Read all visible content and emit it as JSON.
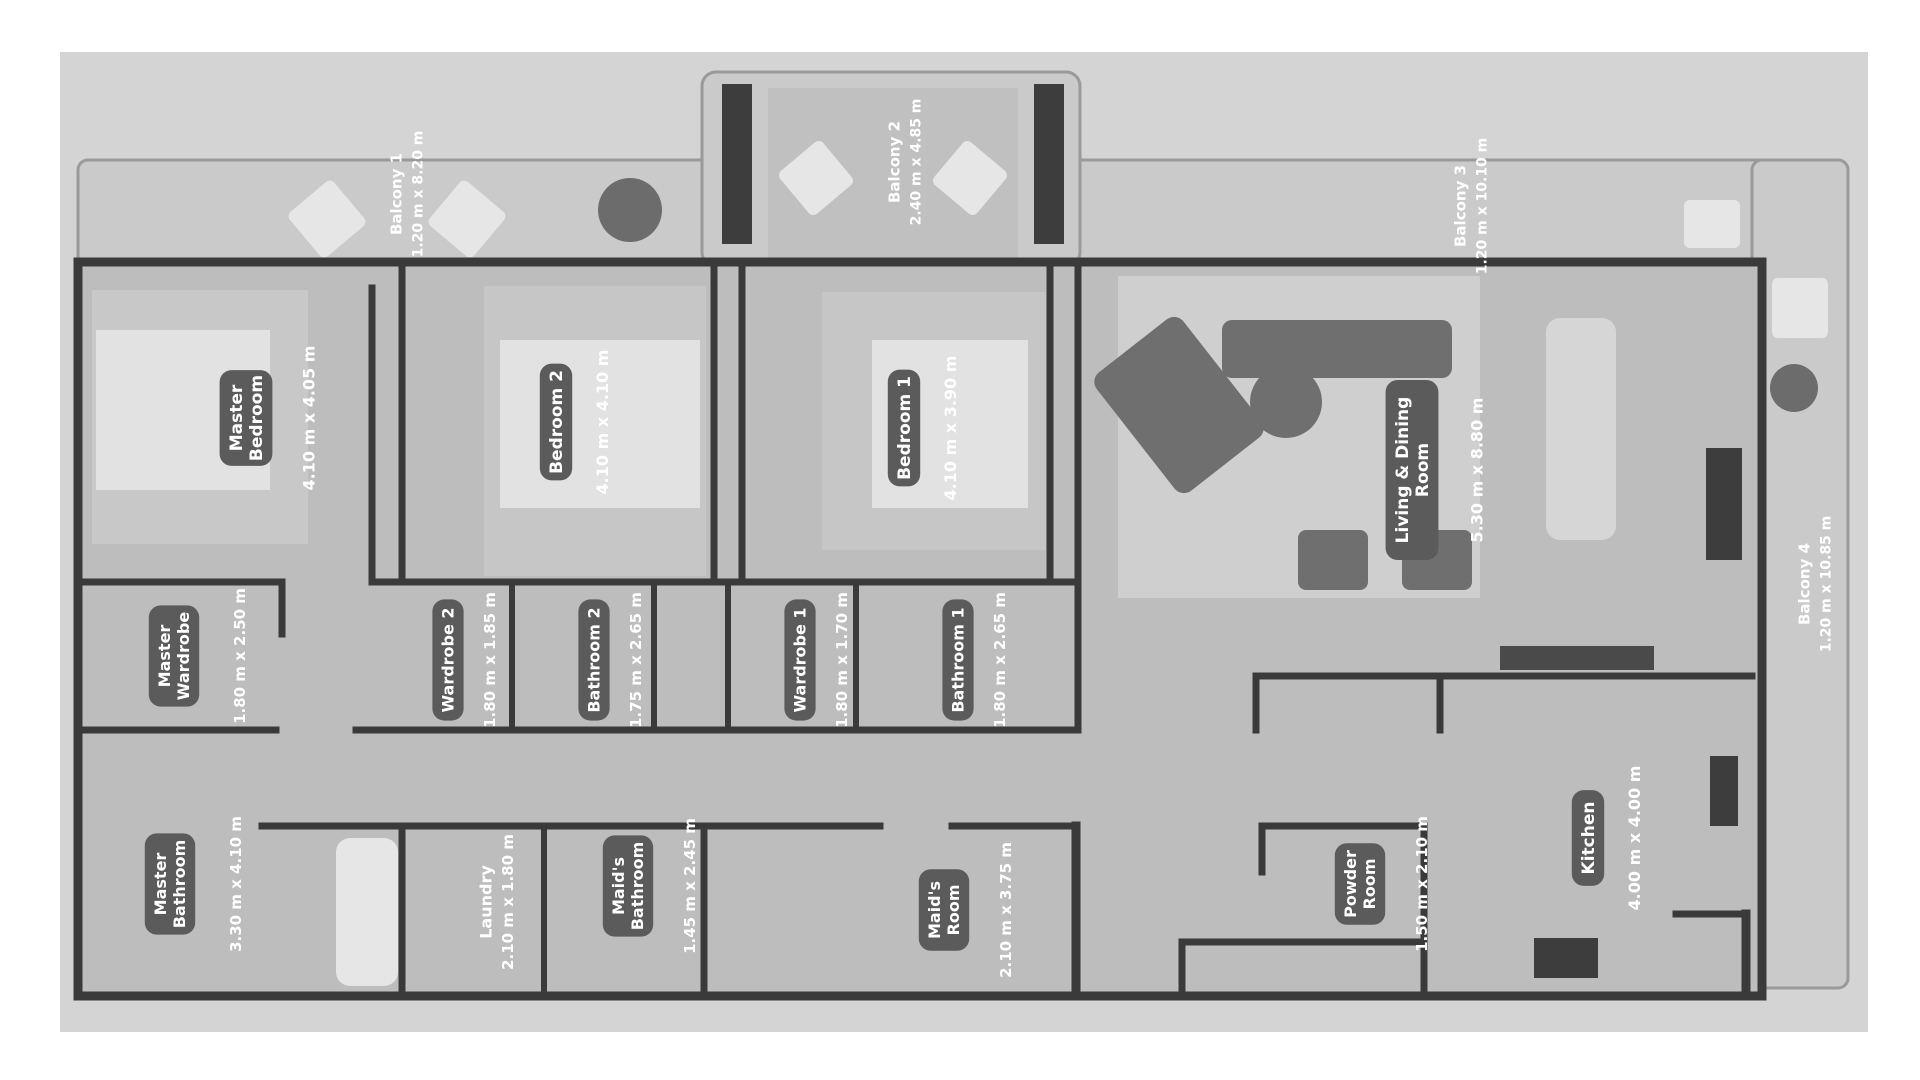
{
  "colors": {
    "background": "#ffffff",
    "sheet": "#d4d4d4",
    "floor": "#bdbdbd",
    "wall": "#3a3a3a",
    "balcony": "#cdcdcd",
    "label_fill": "#5b5b5b",
    "label_text": "#ffffff",
    "dim_text": "#ffffff"
  },
  "plan": {
    "rooms": [
      {
        "id": "master-bedroom",
        "name": "Master\nBedroom",
        "dims": "4.10 m x 4.05 m"
      },
      {
        "id": "bedroom-2",
        "name": "Bedroom 2",
        "dims": "4.10 m x 4.10 m"
      },
      {
        "id": "bedroom-1",
        "name": "Bedroom 1",
        "dims": "4.10 m x 3.90 m"
      },
      {
        "id": "living-dining",
        "name": "Living & Dining\nRoom",
        "dims": "5.30 m x 8.80 m"
      },
      {
        "id": "master-wardrobe",
        "name": "Master\nWardrobe",
        "dims": "1.80 m x 2.50 m"
      },
      {
        "id": "wardrobe-2",
        "name": "Wardrobe 2",
        "dims": "1.80 m x 1.85 m"
      },
      {
        "id": "bathroom-2",
        "name": "Bathroom 2",
        "dims": "1.75 m x 2.65 m"
      },
      {
        "id": "wardrobe-1",
        "name": "Wardrobe 1",
        "dims": "1.80 m x 1.70 m"
      },
      {
        "id": "bathroom-1",
        "name": "Bathroom 1",
        "dims": "1.80 m x 2.65 m"
      },
      {
        "id": "master-bathroom",
        "name": "Master\nBathroom",
        "dims": "3.30 m x 4.10 m"
      },
      {
        "id": "laundry",
        "name": "Laundry",
        "dims": "2.10 m x 1.80 m"
      },
      {
        "id": "maids-bathroom",
        "name": "Maid's\nBathroom",
        "dims": "1.45 m x 2.45 m"
      },
      {
        "id": "maids-room",
        "name": "Maid's\nRoom",
        "dims": "2.10 m x 3.75 m"
      },
      {
        "id": "powder-room",
        "name": "Powder\nRoom",
        "dims": "1.50 m x 2.10 m"
      },
      {
        "id": "kitchen",
        "name": "Kitchen",
        "dims": "4.00 m x 4.00 m"
      },
      {
        "id": "balcony-1",
        "name": "Balcony 1",
        "dims": "1.20 m x 8.20 m"
      },
      {
        "id": "balcony-2",
        "name": "Balcony 2",
        "dims": "2.40 m x 4.85 m"
      },
      {
        "id": "balcony-3",
        "name": "Balcony 3",
        "dims": "1.20 m x 10.10 m"
      },
      {
        "id": "balcony-4",
        "name": "Balcony 4",
        "dims": "1.20 m x 10.85 m"
      }
    ]
  }
}
